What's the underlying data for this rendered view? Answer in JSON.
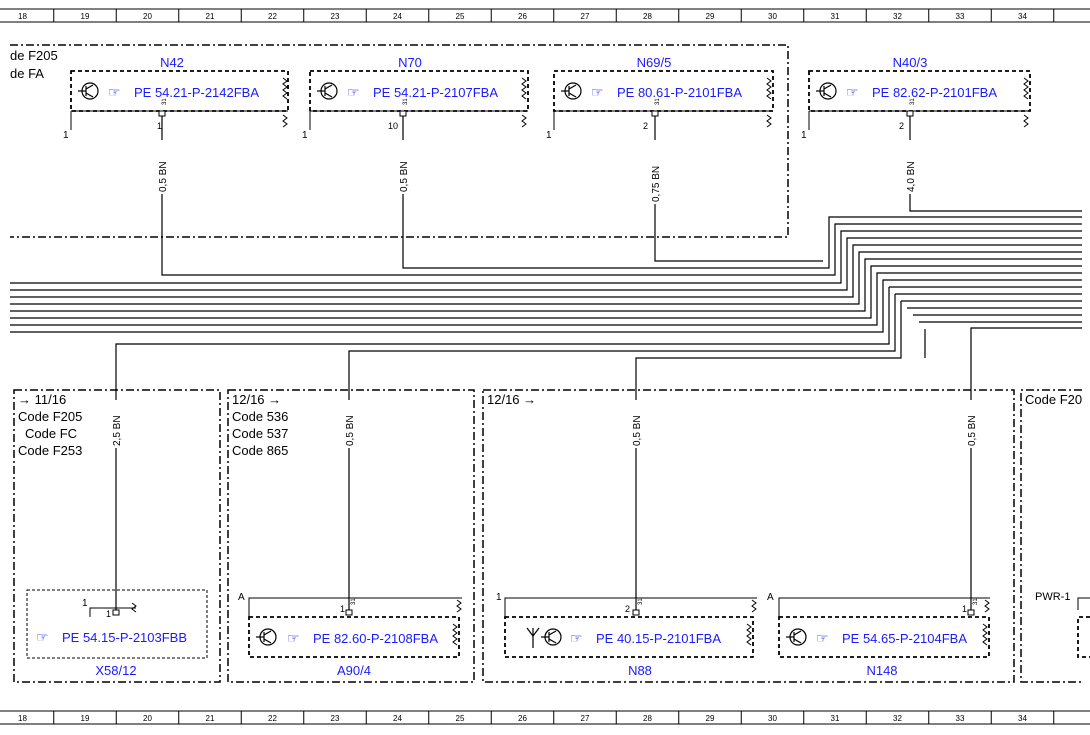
{
  "grid_numbers": [
    "18",
    "19",
    "20",
    "21",
    "22",
    "23",
    "24",
    "25",
    "26",
    "27",
    "28",
    "29",
    "30",
    "31",
    "32",
    "33",
    "34"
  ],
  "top_section": {
    "label_line1": "de F205",
    "label_line2": "de FA",
    "modules": [
      {
        "name": "N42",
        "ref": "PE 54.21-P-2142FBA",
        "pin": "1",
        "pin31": "31",
        "left_pin": "1",
        "wire": "0,5 BN"
      },
      {
        "name": "N70",
        "ref": "PE 54.21-P-2107FBA",
        "pin": "10",
        "pin31": "31",
        "left_pin": "1",
        "wire": "0,5 BN"
      },
      {
        "name": "N69/5",
        "ref": "PE 80.61-P-2101FBA",
        "pin": "2",
        "pin31": "31",
        "left_pin": "1",
        "wire": "0,75 BN"
      },
      {
        "name": "N40/3",
        "ref": "PE 82.62-P-2101FBA",
        "pin": "2",
        "pin31": "31",
        "left_pin": "1",
        "wire": "4,0 BN"
      }
    ]
  },
  "bottom_section": {
    "groups": [
      {
        "arrow": "→ 11/16",
        "codes": [
          "Code F205",
          "Code FC",
          "Code F253"
        ]
      },
      {
        "arrow": "12/16 →",
        "codes": [
          "Code 536",
          "Code 537",
          "Code 865"
        ]
      },
      {
        "arrow": "12/16 →",
        "codes": []
      },
      {
        "arrow": "",
        "codes": [
          "Code F20"
        ]
      }
    ],
    "modules": [
      {
        "name": "X58/12",
        "ref": "PE 54.15-P-2103FBB",
        "pin": "1",
        "left_pin": "1",
        "wire": "2,5 BN"
      },
      {
        "name": "A90/4",
        "ref": "PE 82.60-P-2108FBA",
        "pin": "1",
        "pin31": "31",
        "left_pin": "A",
        "wire": "0,5 BN"
      },
      {
        "name": "N88",
        "ref": "PE 40.15-P-2101FBA",
        "pin": "2",
        "pin31": "31",
        "left_pin": "1",
        "wire": "0,5 BN"
      },
      {
        "name": "N148",
        "ref": "PE 54.65-P-2104FBA",
        "pin": "1",
        "pin31": "31",
        "left_pin": "A",
        "wire": "0,5 BN"
      }
    ],
    "pwr_label": "PWR-1"
  }
}
